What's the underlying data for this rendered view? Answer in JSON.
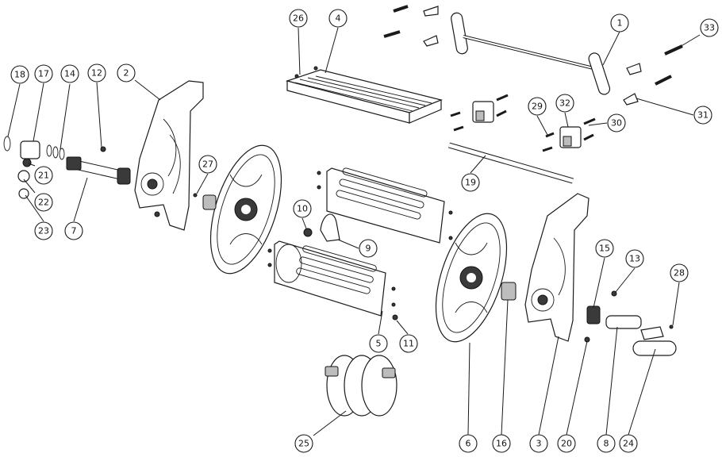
{
  "diagram": {
    "callouts": [
      "1",
      "2",
      "3",
      "4",
      "5",
      "6",
      "7",
      "8",
      "9",
      "10",
      "11",
      "12",
      "13",
      "14",
      "15",
      "16",
      "17",
      "18",
      "19",
      "20",
      "21",
      "22",
      "23",
      "24",
      "25",
      "26",
      "27",
      "28",
      "29",
      "30",
      "31",
      "32",
      "33"
    ]
  }
}
